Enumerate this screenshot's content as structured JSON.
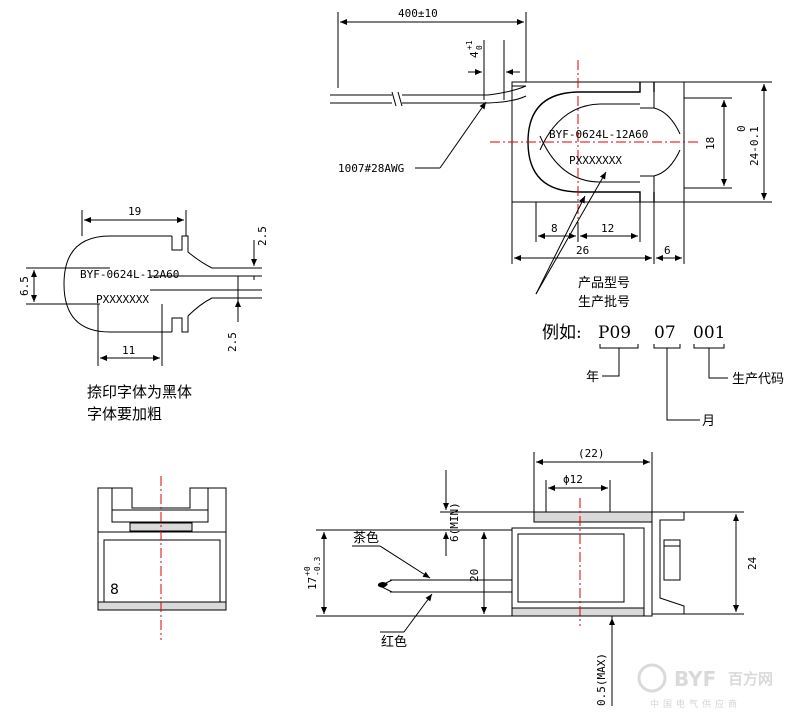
{
  "top": {
    "len_dim": "400±10",
    "strip_tol_main": "4",
    "strip_tol_sup": "+1",
    "strip_tol_sub": "0",
    "wire_label": "1007#28AWG",
    "label_model": "BYF-0624L-12A60",
    "label_batch": "PXXXXXXX",
    "dim_18": "18",
    "dim_24": "24-0.1",
    "dim_0": "0",
    "dim_8": "8",
    "dim_12": "12",
    "dim_26": "26",
    "dim_6": "6",
    "callout_model": "产品型号",
    "callout_batch": "生产批号"
  },
  "example": {
    "prefix": "例如:",
    "c1": "P09",
    "c2": "07",
    "c3": "001",
    "year": "年",
    "month": "月",
    "code": "生产代码"
  },
  "left": {
    "dim_19": "19",
    "dim_25a": "2.5",
    "dim_65": "6.5",
    "label_model": "BYF-0624L-12A60",
    "label_batch": "PXXXXXXX",
    "dim_25b": "2.5",
    "dim_11": "11",
    "note1": "捺印字体为黑体",
    "note2": "字体要加粗"
  },
  "front": {
    "mark": "8"
  },
  "side": {
    "dim_22": "(22)",
    "dim_phi12": "ϕ12",
    "dim_6min": "6(MIN)",
    "dim_17": "17",
    "dim_17_tol_sup": "+0",
    "dim_17_tol_sub": "-0.3",
    "dim_20": "20",
    "dim_24": "24",
    "dim_05": "0.5(MAX)",
    "wire_brown": "茶色",
    "wire_red": "红色"
  },
  "watermark": {
    "brand": "BYF",
    "brand_cn": "百方网",
    "slogan": "中国电气供应商"
  }
}
